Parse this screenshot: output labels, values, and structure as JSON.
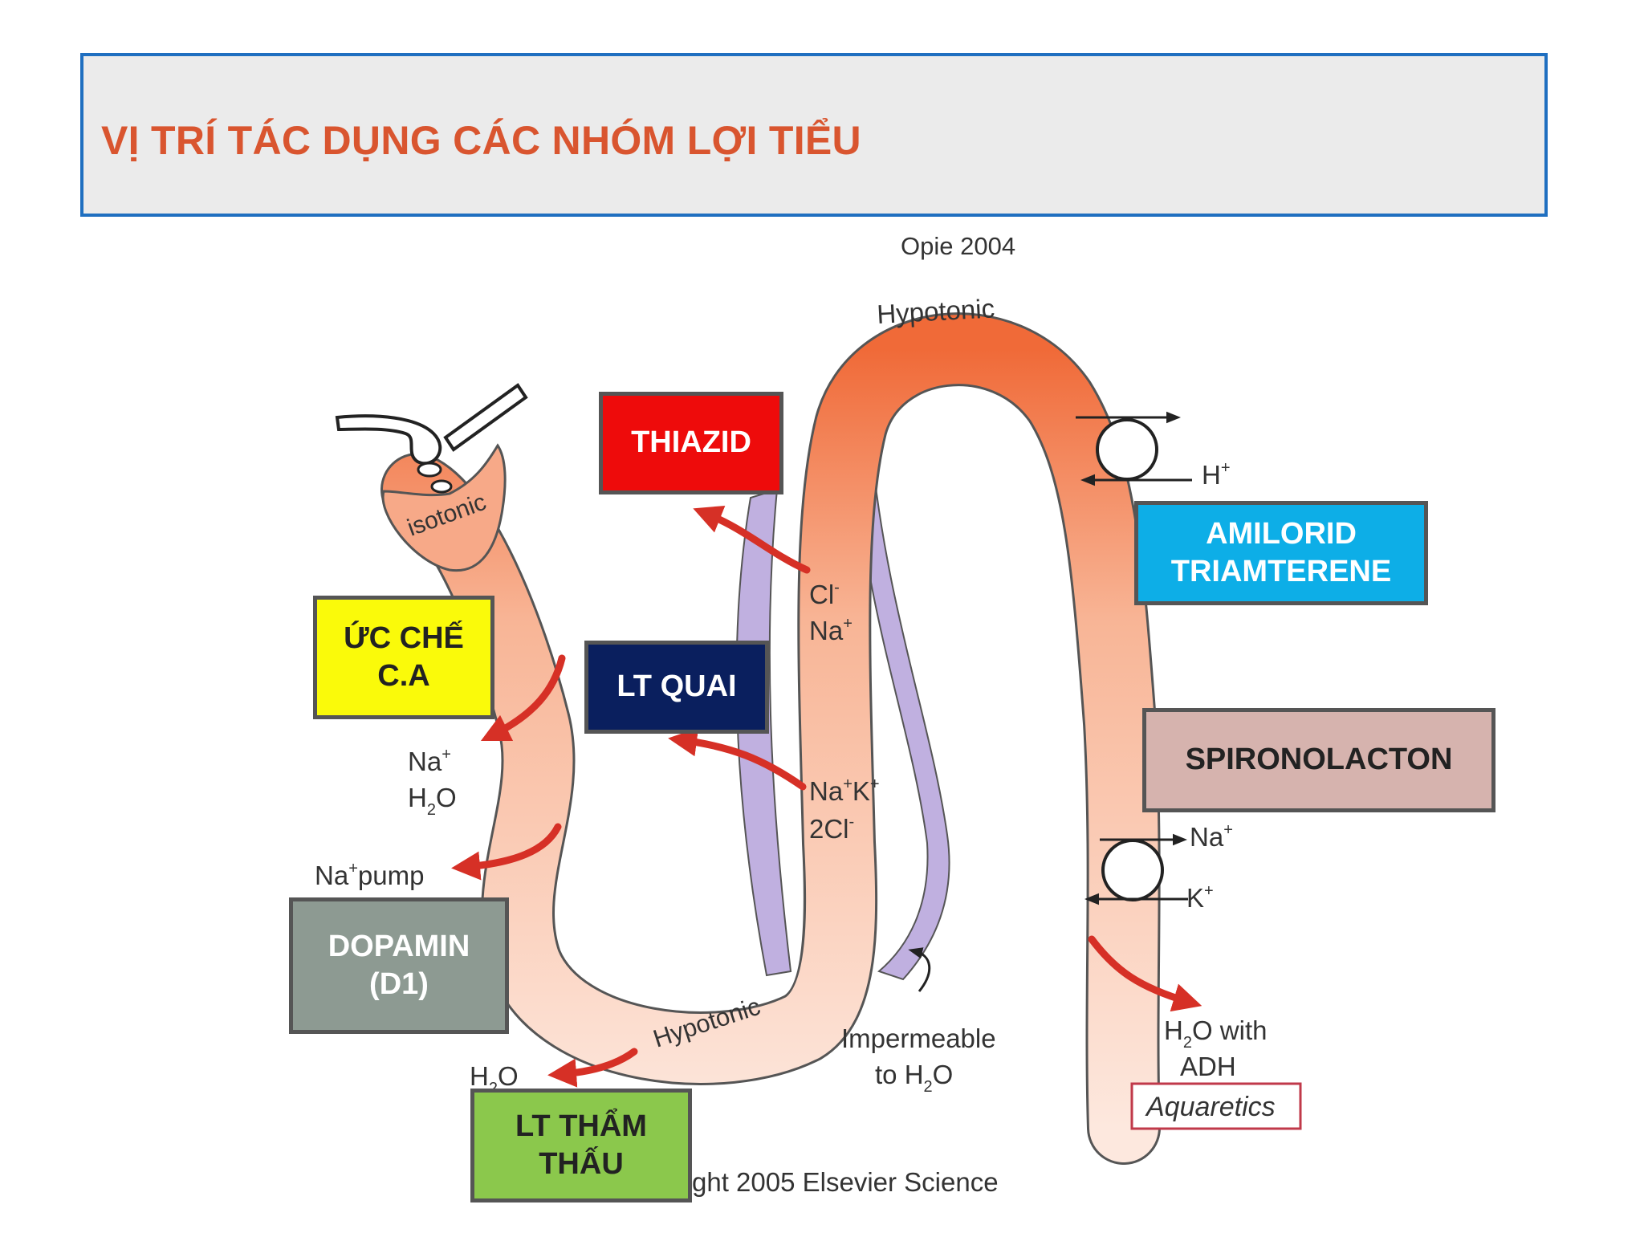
{
  "title": "VỊ TRÍ TÁC DỤNG CÁC NHÓM LỢI TIỂU",
  "figure": {
    "credit_top": "Opie 2004",
    "credit_bottom": "ght 2005 Elsevier Science",
    "labels": {
      "hypotonic_top": "Hypotonic",
      "isotonic": "isotonic",
      "hypotonic_bottom": "Hypotonic",
      "na_h2o_1": "Na",
      "na_h2o_2": "H",
      "na_pump": "Na",
      "na_pump_suffix": "pump",
      "h2o_bottom": "H",
      "cl": "Cl",
      "na_thiazid": "Na",
      "nak_1": "Na",
      "nak_1b": "K",
      "nak_2": "2Cl",
      "impermeable_1": "Impermeable",
      "impermeable_2": "to H",
      "h_plus": "H",
      "na_plus_right": "Na",
      "k_plus_right": "K",
      "h2o_adh_1": "H",
      "h2o_adh_1b": "O with",
      "h2o_adh_2": "ADH",
      "aquaretics": "Aquaretics"
    }
  },
  "boxes": {
    "thiazid": {
      "lines": [
        "THIAZID"
      ],
      "bg": "#ee0b0b",
      "fg": "#ffffff"
    },
    "amilorid": {
      "lines": [
        "AMILORID",
        "TRIAMTERENE"
      ],
      "bg": "#0daee7",
      "fg": "#ffffff"
    },
    "uc_che": {
      "lines": [
        "ỨC CHẾ",
        "C.A"
      ],
      "bg": "#fafa0a",
      "fg": "#222222"
    },
    "lt_quai": {
      "lines": [
        "LT QUAI"
      ],
      "bg": "#0a1f5e",
      "fg": "#ffffff"
    },
    "spironolacton": {
      "lines": [
        "SPIRONOLACTON"
      ],
      "bg": "#d6b3ae",
      "fg": "#222222"
    },
    "dopamin": {
      "lines": [
        "DOPAMIN",
        "(D1)"
      ],
      "bg": "#8d9a92",
      "fg": "#ffffff"
    },
    "lt_tham_thau": {
      "lines": [
        "LT THẨM",
        "THẤU"
      ],
      "bg": "#8bc84c",
      "fg": "#222222"
    }
  },
  "colors": {
    "title": "#d9552f",
    "title_border": "#1f6fc0",
    "arrow": "#d63026"
  }
}
